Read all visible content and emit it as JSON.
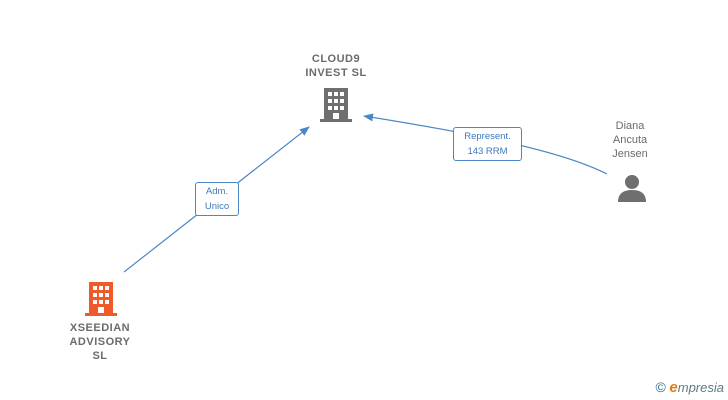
{
  "nodes": {
    "cloud9": {
      "label": "CLOUD9\nINVEST  SL",
      "icon": "building-icon",
      "color": "#6f6f6f"
    },
    "xseedian": {
      "label": "XSEEDIAN\nADVISORY\nSL",
      "icon": "building-icon",
      "color": "#f05a28"
    },
    "diana": {
      "label": "Diana\nAncuta\nJensen",
      "icon": "person-icon",
      "color": "#6f6f6f"
    }
  },
  "edges": {
    "adm": {
      "label": "Adm.\nUnico"
    },
    "represent": {
      "label": "Represent.\n143 RRM"
    }
  },
  "colors": {
    "edge": "#4a86c8"
  },
  "footer": {
    "copyright_symbol": "©",
    "brand_initial": "e",
    "brand_rest": "mpresia"
  }
}
